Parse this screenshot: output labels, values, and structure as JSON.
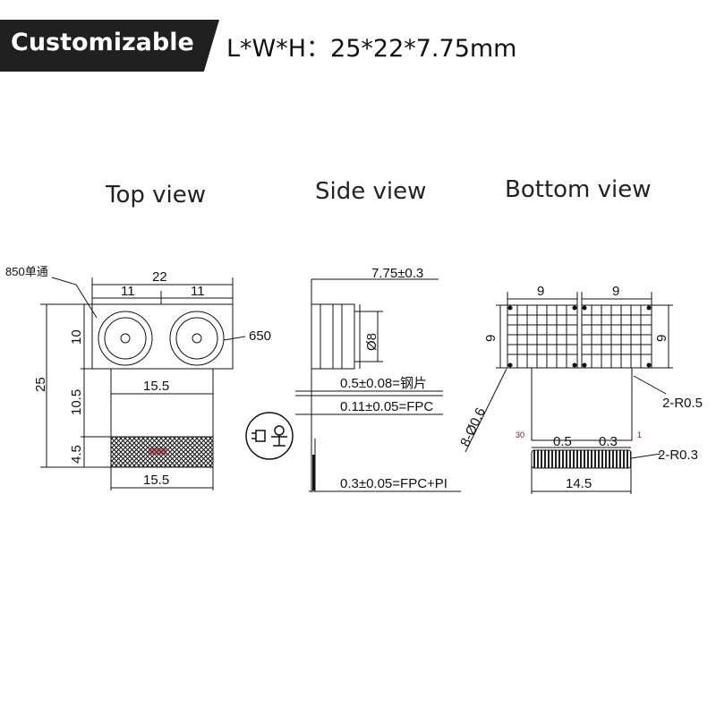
{
  "header": {
    "badge": "Customizable",
    "dimensions": "L*W*H：25*22*7.75mm"
  },
  "colors": {
    "badge_bg": "#202020",
    "badge_text": "#ffffff",
    "line": "#111111",
    "accent": "#8b1a1a"
  },
  "views": {
    "top": {
      "title": "Top view",
      "labels": {
        "width_total": "22",
        "width_left": "11",
        "width_right": "11",
        "height_total": "25",
        "height_lens": "10",
        "height_mid": "10.5",
        "height_connector": "4.5",
        "fpc_width_top": "15.5",
        "fpc_width_bottom": "15.5",
        "left_callout": "850单通",
        "right_callout": "650"
      }
    },
    "side": {
      "title": "Side view",
      "labels": {
        "thickness": "7.75±0.3",
        "diameter": "Ø8",
        "steel": "0.5±0.08=钢片",
        "fpc": "0.11±0.05=FPC",
        "fpc_pi": "0.3±0.05=FPC+PI"
      },
      "icon": "installation-person-icon"
    },
    "bottom": {
      "title": "Bottom view",
      "labels": {
        "width_left": "9",
        "width_right": "9",
        "height_left": "9",
        "height_right": "9",
        "radius_top": "2-R0.5",
        "holes": "8-Ø0.6",
        "pin_first": "30",
        "pin_last": "1",
        "pitch_a": "0.5",
        "pitch_b": "0.3",
        "radius_bottom": "2-R0.3",
        "connector_width": "14.5"
      }
    }
  }
}
